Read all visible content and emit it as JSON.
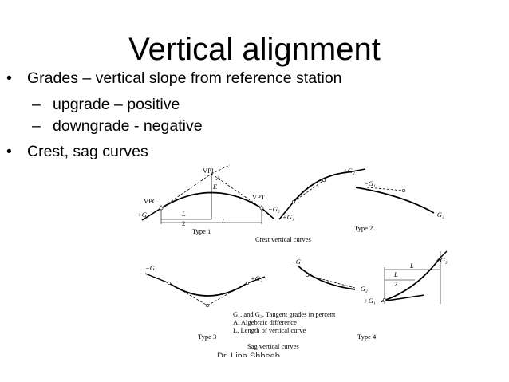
{
  "slide": {
    "title": "Vertical alignment",
    "bullets": [
      {
        "marker": "•",
        "text": "Grades – vertical slope from reference station"
      },
      {
        "marker": "–",
        "text": "upgrade – positive"
      },
      {
        "marker": "–",
        "text": "downgrade - negative"
      },
      {
        "marker": "•",
        "text": "Crest, sag curves"
      }
    ],
    "footer": "Dr. Lina Shbeeb"
  },
  "figure": {
    "crest_caption": "Crest vertical curves",
    "sag_caption": "Sag vertical curves",
    "type1": "Type 1",
    "type2": "Type 2",
    "type3": "Type 3",
    "type4": "Type 4",
    "labels": {
      "vpi": "VPI",
      "vpc": "VPC",
      "vpt": "VPT",
      "a": "A",
      "e": "E",
      "l": "L",
      "l2_num": "L",
      "l2_den": "2",
      "pos_g1": "+G₁",
      "neg_g2": "−G₂",
      "pos_g2": "+G₂",
      "neg_g1": "−G₁"
    },
    "legend": [
      "G₁, and G₂, Tangent grades in percent",
      "A, Algebraic difference",
      "L, Length of vertical curve"
    ]
  }
}
